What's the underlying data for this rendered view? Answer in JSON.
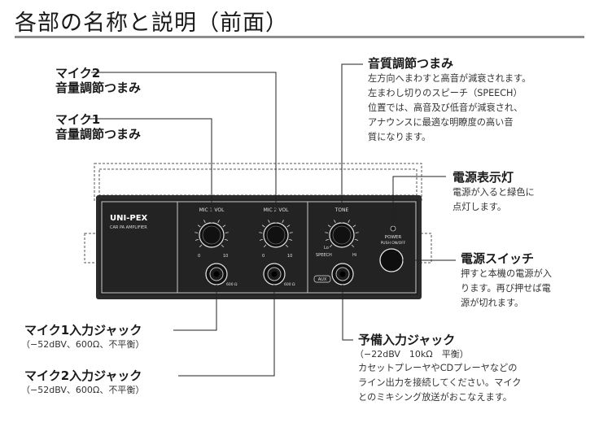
{
  "title": "各部の名称と説明（前面）",
  "labels": {
    "mic2_vol": {
      "line1": "マイク2",
      "line2": "音量調節つまみ"
    },
    "mic1_vol": {
      "line1": "マイク1",
      "line2": "音量調節つまみ"
    },
    "tone": {
      "heading": "音質調節つまみ",
      "desc": [
        "左方向へまわすと高音が減衰されます。",
        "左まわし切りのスピーチ（SPEECH）",
        "位置では、高音及び低音が減衰され、",
        "アナウンスに最適な明瞭度の高い音",
        "質になります。"
      ]
    },
    "power_lamp": {
      "heading": "電源表示灯",
      "desc": [
        "電源が入ると緑色に",
        "点灯します。"
      ]
    },
    "power_switch": {
      "heading": "電源スイッチ",
      "desc": [
        "押すと本機の電源が入",
        "ります。再び押せば電",
        "源が切れます。"
      ]
    },
    "mic1_jack": {
      "heading": "マイク1入力ジャック",
      "sub": "（−52dBV、600Ω、不平衡）"
    },
    "mic2_jack": {
      "heading": "マイク2入力ジャック",
      "sub": "（−52dBV、600Ω、不平衡）"
    },
    "aux_jack": {
      "heading": "予備入力ジャック",
      "sub": "（−22dBV　10kΩ　平衡）",
      "desc": [
        "カセットプレーヤやCDプレーヤなどの",
        "ライン出力を接続してください。マイク",
        "とのミキシング放送がおこなえます。"
      ]
    }
  },
  "panel": {
    "brand": "UNI-PEX",
    "model": "CAR PA AMPLIFIER",
    "mic1_vol": "MIC 1 VOL",
    "mic2_vol": "MIC 2 VOL",
    "tone": "TONE",
    "scale_min": "0",
    "scale_max": "10",
    "tone_lo": "Lo",
    "tone_hi": "Hi",
    "tone_speech": "SPEECH",
    "impedance": "600 Ω",
    "aux": "AUX",
    "power": "POWER",
    "power_sub": "PUSH ON/OFF"
  }
}
